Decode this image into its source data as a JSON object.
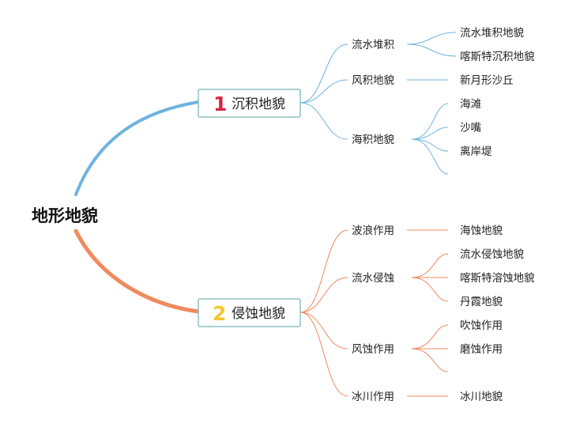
{
  "root": {
    "label": "地形地貌"
  },
  "branches": [
    {
      "number": "1",
      "label": "沉积地貌",
      "color": "#6fb3de",
      "number_color": "#d7263d",
      "children": [
        {
          "label": "流水堆积",
          "children": [
            "流水堆积地貌",
            "喀斯特沉积地貌"
          ]
        },
        {
          "label": "风积地貌",
          "children": [
            "新月形沙丘"
          ]
        },
        {
          "label": "海积地貌",
          "children": [
            "海滩",
            "沙嘴",
            "离岸堤",
            ""
          ]
        }
      ]
    },
    {
      "number": "2",
      "label": "侵蚀地貌",
      "color": "#f08a5d",
      "number_color": "#f2c530",
      "children": [
        {
          "label": "波浪作用",
          "children": [
            "海蚀地貌"
          ]
        },
        {
          "label": "流水侵蚀",
          "children": [
            "流水侵蚀地貌",
            "喀斯特溶蚀地貌",
            "丹霞地貌"
          ]
        },
        {
          "label": "风蚀作用",
          "children": [
            "吹蚀作用",
            "磨蚀作用",
            ""
          ]
        },
        {
          "label": "冰川作用",
          "children": [
            "冰川地貌"
          ]
        }
      ]
    }
  ]
}
